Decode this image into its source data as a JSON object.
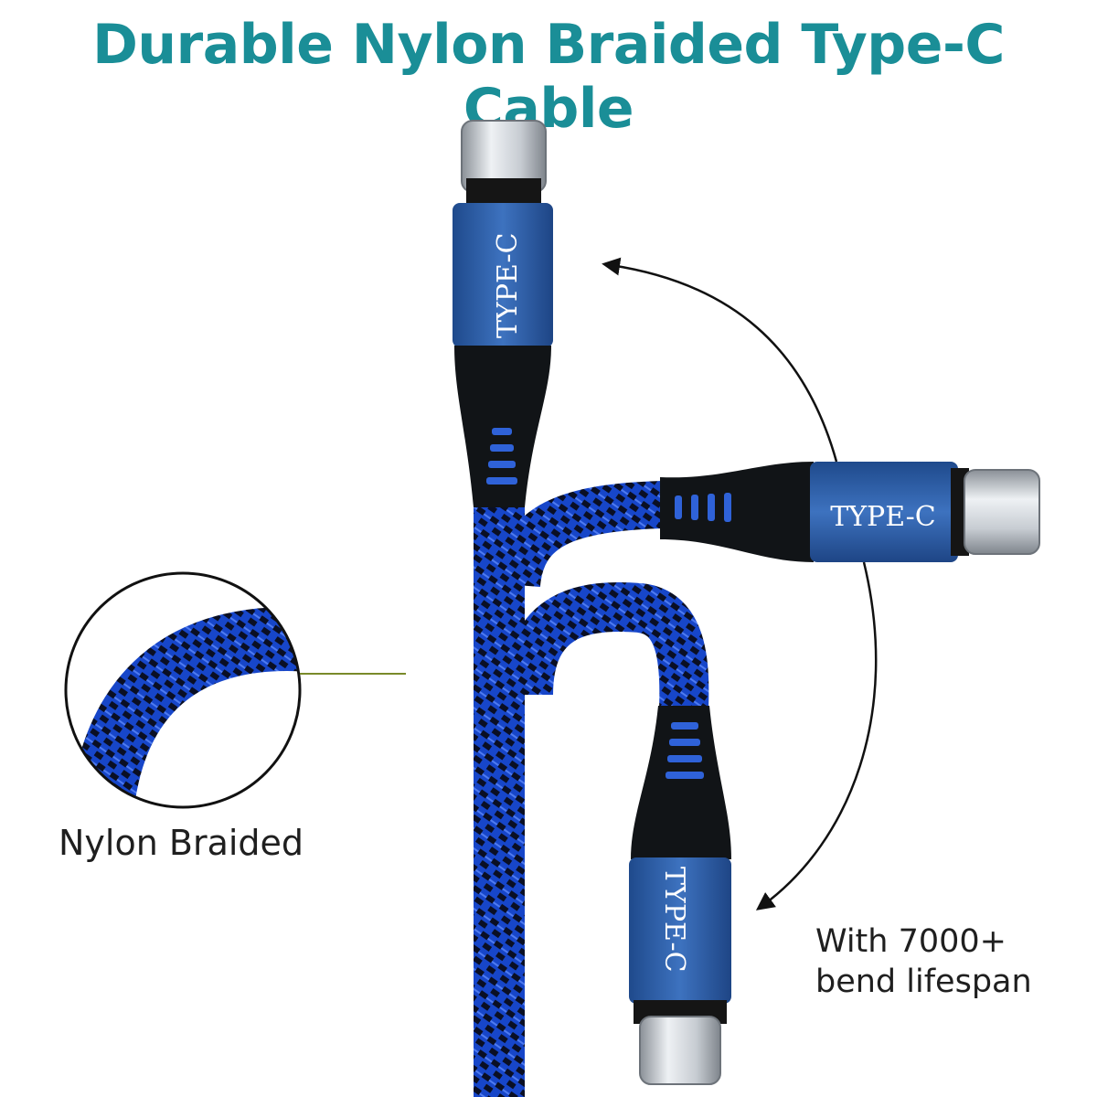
{
  "headline": "Durable Nylon Braided Type-C Cable",
  "connector_label": "TYPE-C",
  "callouts": {
    "nylon": "Nylon Braided",
    "bend_line1": "With 7000+",
    "bend_line2": "bend lifespan"
  },
  "colors": {
    "headline": "#1a8e97",
    "braid_blue": "#1746c9",
    "braid_dark": "#0a0f24",
    "connector_blue": "#2e5fa8",
    "plug_metal": "#c9ced4",
    "strain_relief": "#101317",
    "callout_line": "#7a8a2a"
  }
}
